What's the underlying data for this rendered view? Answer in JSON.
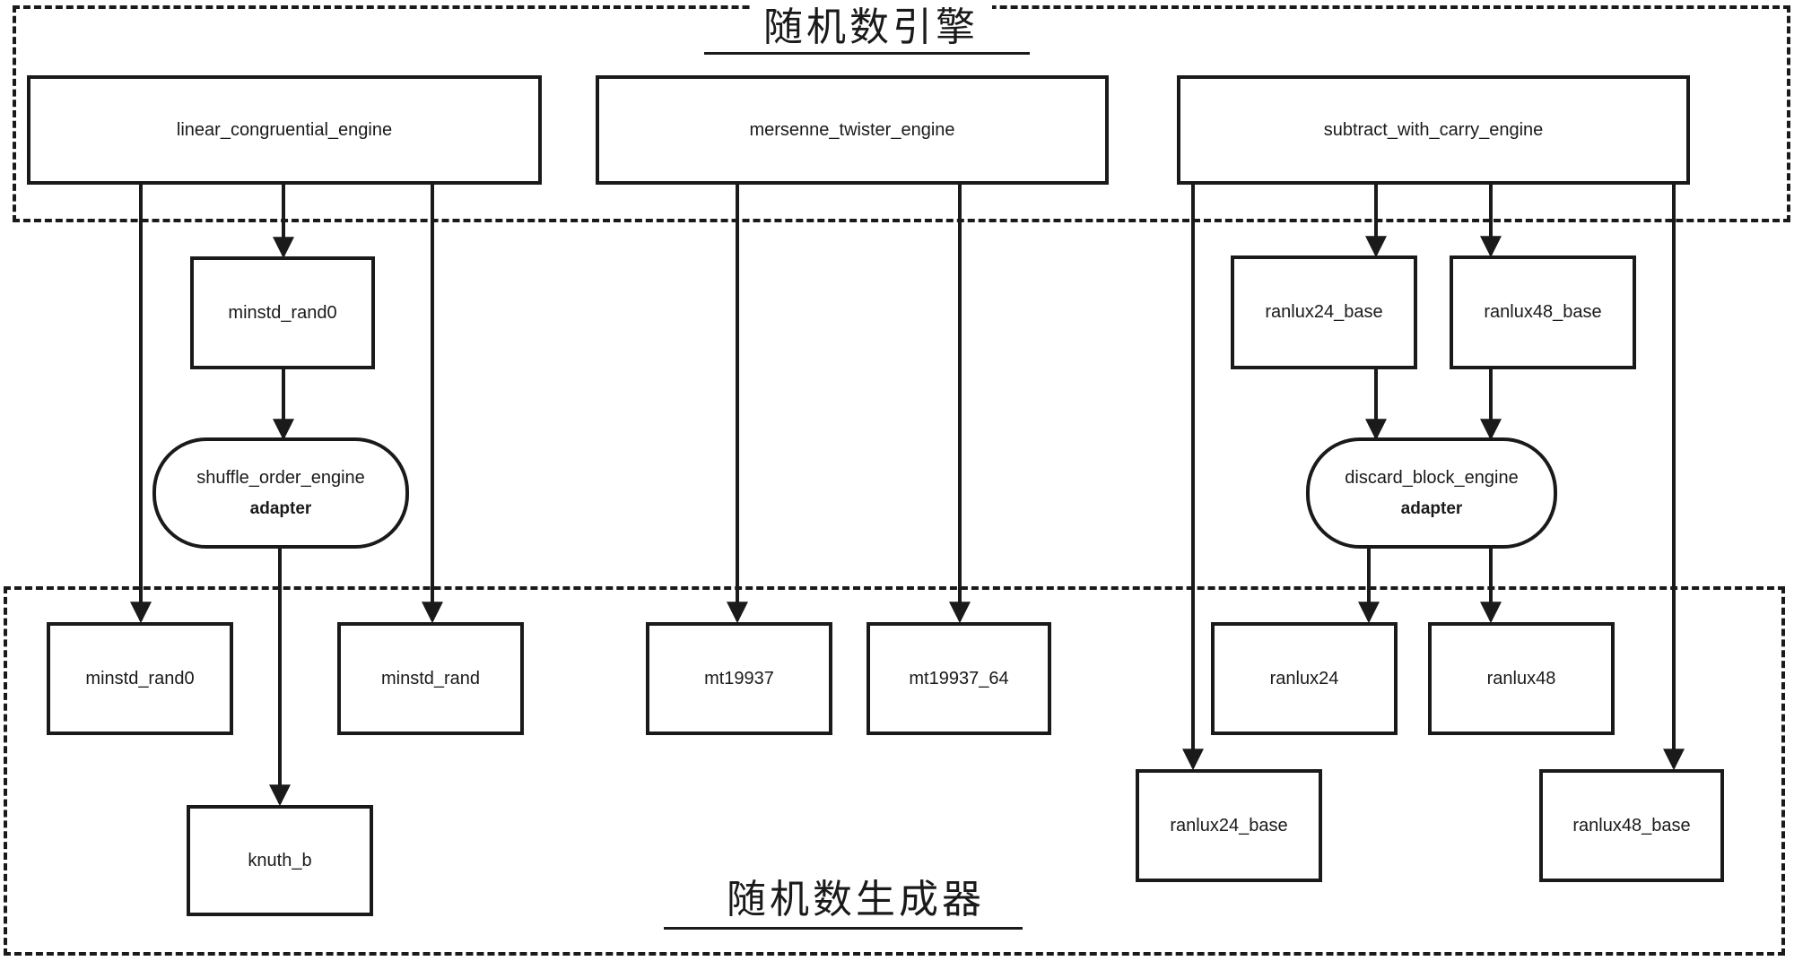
{
  "regions": {
    "engines_title": "随机数引擎",
    "generators_title": "随机数生成器"
  },
  "nodes": {
    "lce": "linear_congruential_engine",
    "mte": "mersenne_twister_engine",
    "swce": "subtract_with_carry_engine",
    "minstd_rand0_mid": "minstd_rand0",
    "ranlux24_base_mid": "ranlux24_base",
    "ranlux48_base_mid": "ranlux48_base",
    "minstd_rand0_out": "minstd_rand0",
    "minstd_rand_out": "minstd_rand",
    "mt19937": "mt19937",
    "mt19937_64": "mt19937_64",
    "ranlux24": "ranlux24",
    "ranlux48": "ranlux48",
    "knuth_b": "knuth_b",
    "ranlux24_base_out": "ranlux24_base",
    "ranlux48_base_out": "ranlux48_base"
  },
  "adapters": {
    "shuffle": {
      "name": "shuffle_order_engine",
      "tag": "adapter"
    },
    "discard": {
      "name": "discard_block_engine",
      "tag": "adapter"
    }
  }
}
